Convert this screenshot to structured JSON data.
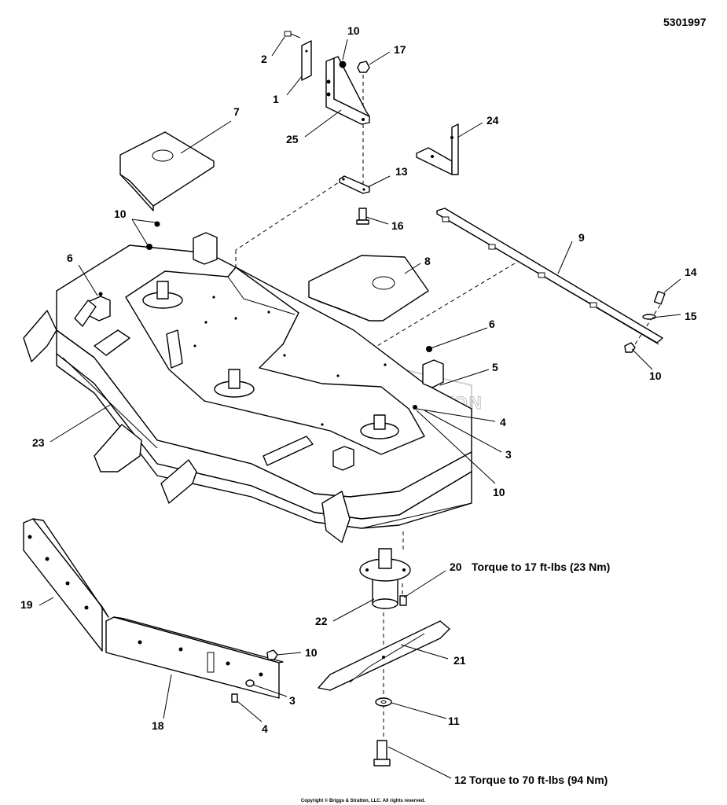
{
  "document_number": "5301997",
  "copyright": "Copyright © Briggs & Stratton, LLC. All rights reserved.",
  "watermark": "BRIGGS & STRATTON",
  "callouts": {
    "c1": "1",
    "c2": "2",
    "c10_top": "10",
    "c17": "17",
    "c25": "25",
    "c7": "7",
    "c24": "24",
    "c13": "13",
    "c16": "16",
    "c10_left": "10",
    "c9": "9",
    "c6_left": "6",
    "c8": "8",
    "c14": "14",
    "c15": "15",
    "c6_right": "6",
    "c10_right": "10",
    "c5": "5",
    "c4_right": "4",
    "c3_right": "3",
    "c23": "23",
    "c10_mid": "10",
    "c20": "20",
    "c22": "22",
    "c19": "19",
    "c21": "21",
    "c10_bottom": "10",
    "c3_bottom": "3",
    "c18": "18",
    "c4_bottom": "4",
    "c11": "11",
    "c12": "12"
  },
  "notes": {
    "torque_20": "Torque to 17 ft-lbs (23 Nm)",
    "torque_12": "Torque to 70 ft-lbs (94 Nm)"
  }
}
